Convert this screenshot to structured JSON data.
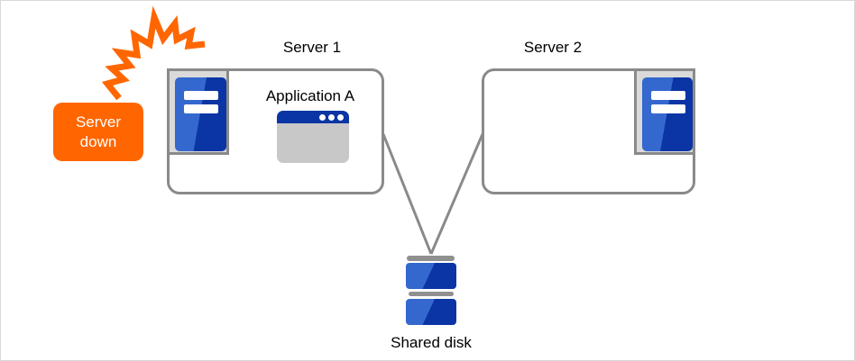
{
  "nodes": {
    "server_down": {
      "line1": "Server",
      "line2": "down"
    },
    "server1": {
      "label": "Server 1",
      "application_label": "Application A"
    },
    "server2": {
      "label": "Server 2"
    },
    "shared_disk": {
      "label": "Shared disk"
    }
  },
  "icons": {
    "crash": "crash-burst-icon",
    "server_tower": "server-tower-icon",
    "app_window": "app-window-icon",
    "shared_disk": "disk-stack-icon"
  },
  "colors": {
    "accent_orange": "#FF6600",
    "blue_dark": "#0B35A4",
    "blue_light": "#3468CE",
    "border_gray": "#8A8A8A",
    "panel_gray": "#DADADA",
    "window_gray": "#C8C8C8",
    "disk_bar_gray": "#909090"
  }
}
